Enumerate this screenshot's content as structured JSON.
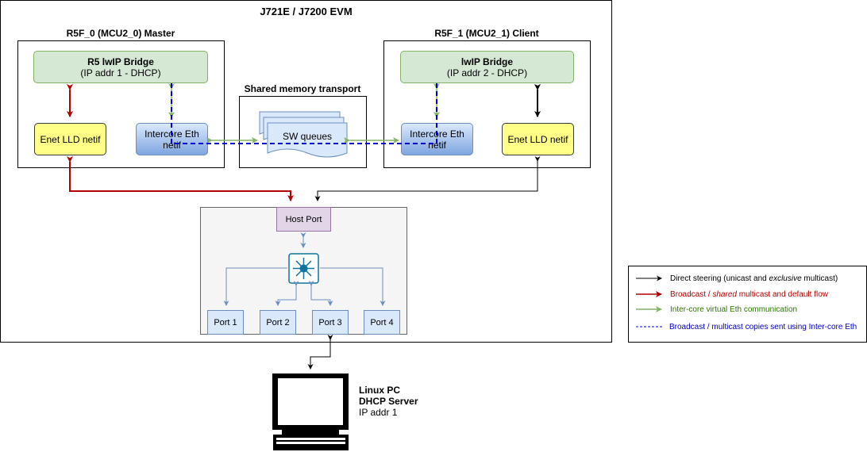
{
  "evm": {
    "title": "J721E / J7200 EVM"
  },
  "master": {
    "title": "R5F_0 (MCU2_0) Master",
    "bridge_title": "R5 lwIP Bridge",
    "bridge_sub": "(IP addr 1 - DHCP)",
    "lld": "Enet LLD netif",
    "intercore_l1": "Intercore Eth",
    "intercore_l2": "netif"
  },
  "shared": {
    "title": "Shared memory transport",
    "queues": "SW queues"
  },
  "client": {
    "title": "R5F_1 (MCU2_1) Client",
    "bridge_title": "lwIP Bridge",
    "bridge_sub": "(IP addr 2 - DHCP)",
    "lld": "Enet LLD netif",
    "intercore_l1": "Intercore Eth",
    "intercore_l2": "netif"
  },
  "switch": {
    "host_port": "Host Port",
    "ports": [
      "Port 1",
      "Port 2",
      "Port 3",
      "Port 4"
    ]
  },
  "pc": {
    "line1": "Linux PC",
    "line2": "DHCP Server",
    "line3": "IP addr 1"
  },
  "legend": {
    "direct": "Direct steering (unicast and ",
    "direct_em": "exclusive",
    "direct_end": " multicast)",
    "broadcast": "Broadcast / ",
    "broadcast_em": "shared",
    "broadcast_end": " multicast and default flow",
    "intercore": "Inter-core virtual Eth communication",
    "copies": "Broadcast / multicast copies sent using Inter-core Eth"
  },
  "colors": {
    "red": "#b20000",
    "green": "#82b366",
    "blue_dash": "#0000cc",
    "legend_red": "#b20000",
    "legend_green": "#2d7600",
    "legend_blue": "#0000cc"
  }
}
